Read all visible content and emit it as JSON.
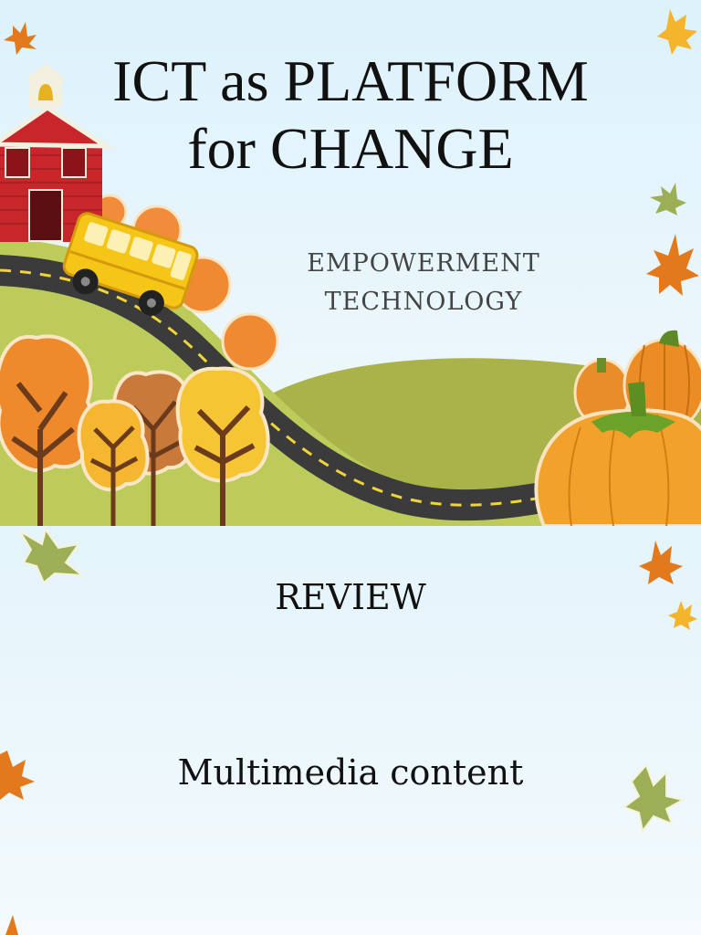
{
  "slides": [
    {
      "title_line1": "ICT as PLATFORM",
      "title_line2": "for CHANGE",
      "subtitle_line1": "EMPOWERMENT",
      "subtitle_line2": "TECHNOLOGY"
    },
    {
      "heading": "REVIEW",
      "body": "Multimedia content"
    }
  ],
  "colors": {
    "background": "#e8f6fc",
    "hill": "#a9b84a",
    "road": "#3a3a3a",
    "schoolhouse": "#c8262b",
    "bus": "#f5c518",
    "pumpkin": "#f2a22a",
    "leaf_orange": "#e27a1d",
    "leaf_green": "#9caf56"
  },
  "icons": [
    "schoolhouse-icon",
    "bell-icon",
    "school-bus-icon",
    "tree-icon",
    "pumpkin-icon",
    "leaf-icon"
  ]
}
